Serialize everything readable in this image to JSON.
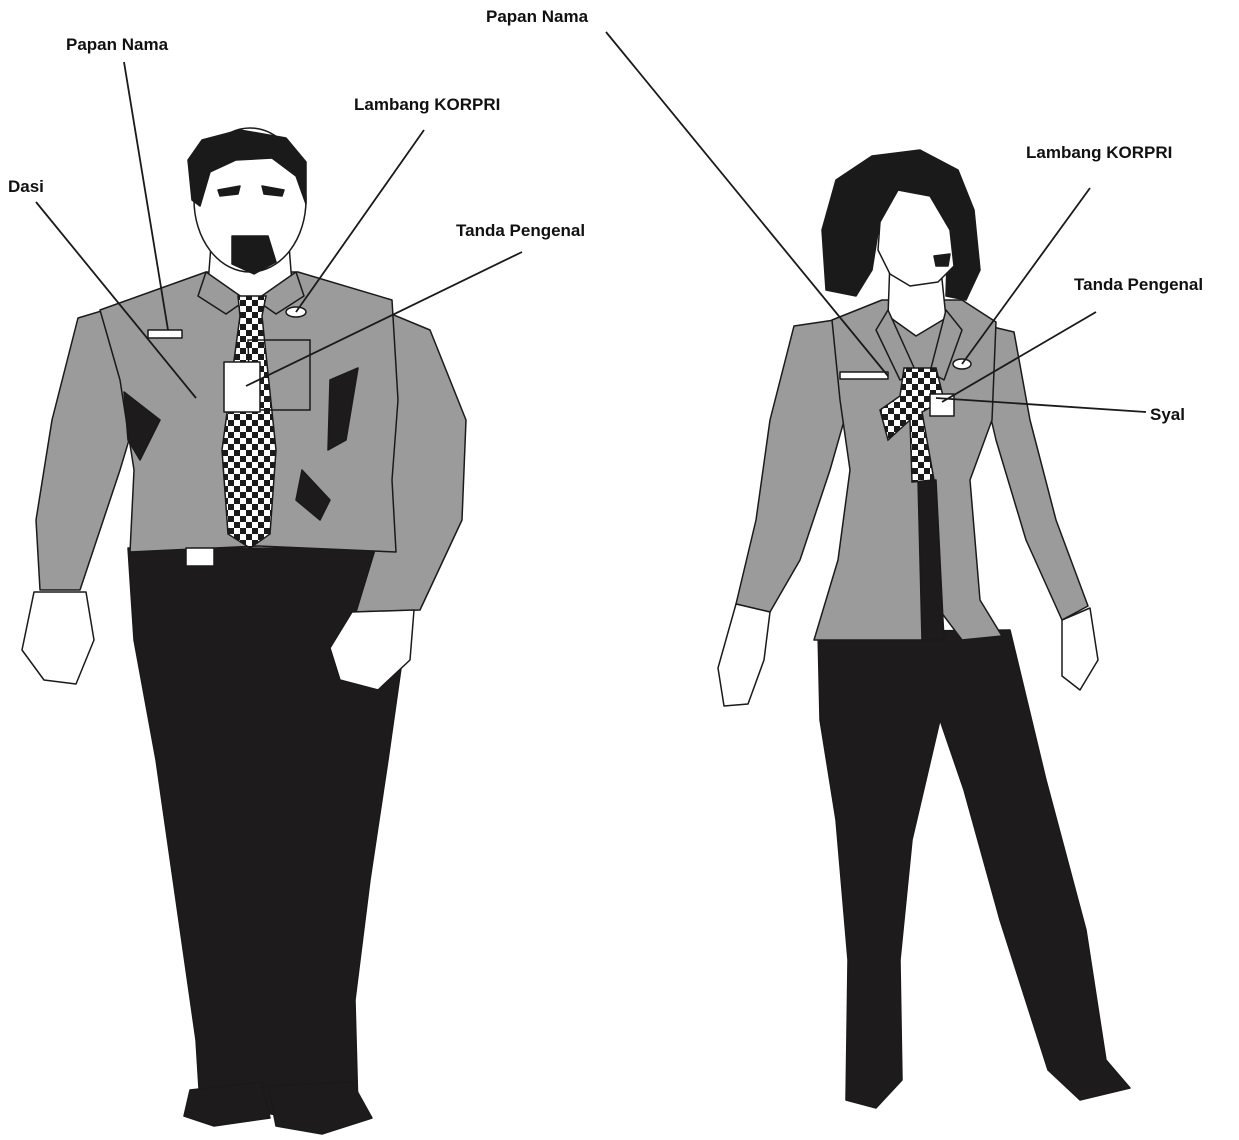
{
  "labels": {
    "male_name_plate": "Papan Nama",
    "male_korpri": "Lambang KORPRI",
    "male_tie": "Dasi",
    "male_id": "Tanda Pengenal",
    "female_name_plate": "Papan Nama",
    "female_korpri": "Lambang KORPRI",
    "female_id": "Tanda Pengenal",
    "female_scarf": "Syal"
  },
  "colors": {
    "shirt": "#9b9b9b",
    "trousers": "#1e1b1d",
    "hair": "#1a1a1a",
    "skin": "#ffffff",
    "line": "#1a1a1a",
    "accessory": "#ffffff"
  }
}
